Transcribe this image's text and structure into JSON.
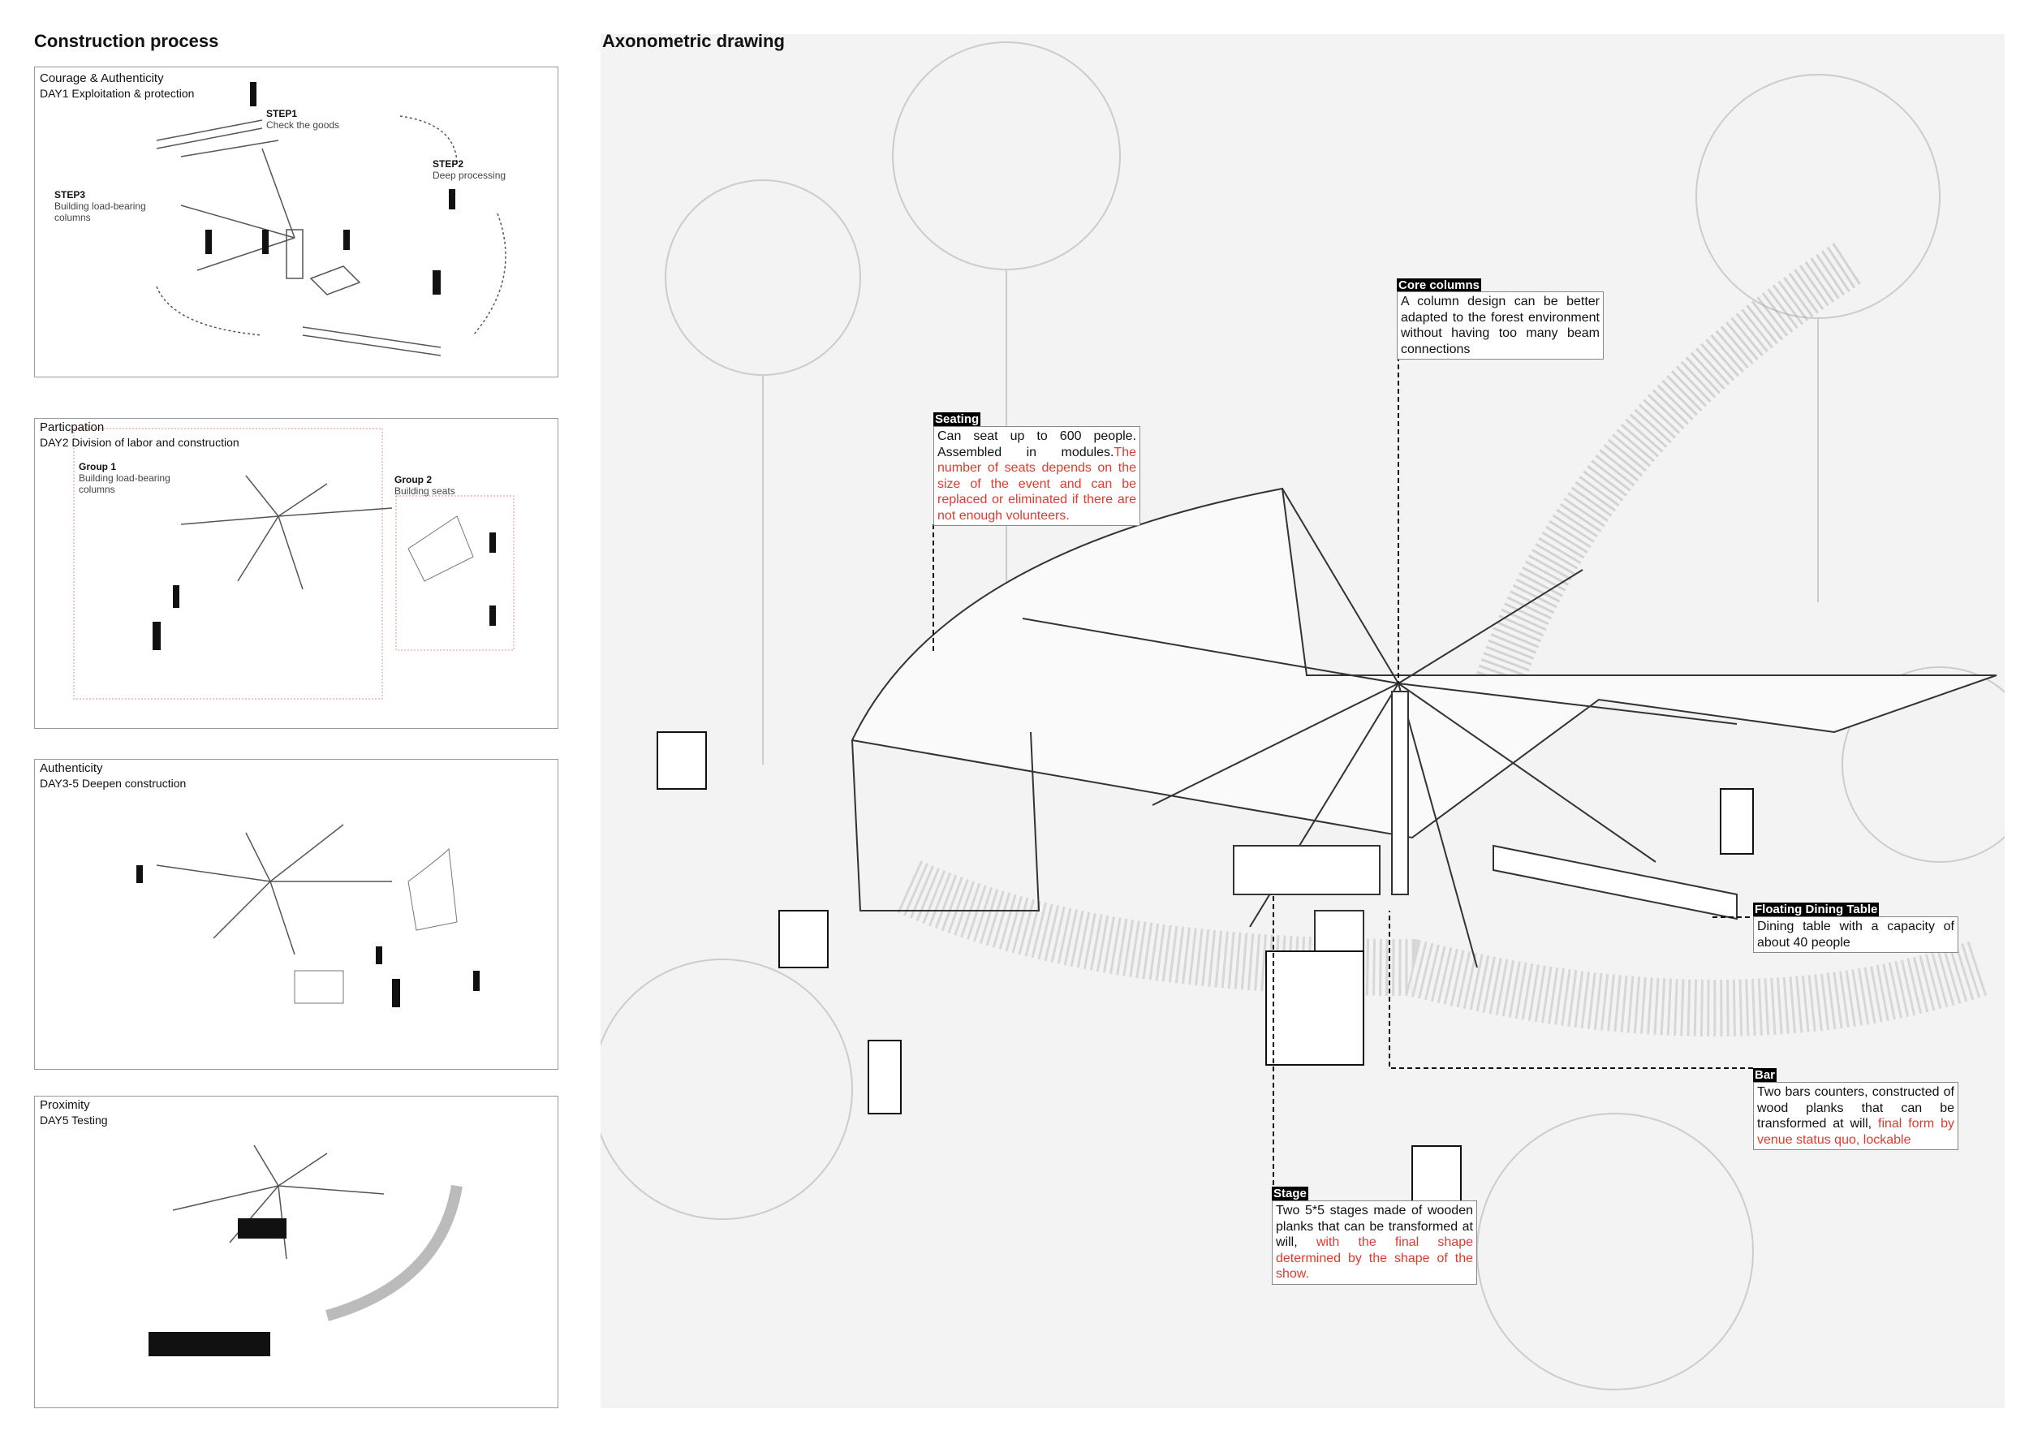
{
  "left": {
    "title": "Construction process",
    "panels": [
      {
        "title": "Courage & Authenticity",
        "subtitle": "DAY1 Exploitation & protection",
        "steps": [
          {
            "label": "STEP1",
            "text": "Check the goods"
          },
          {
            "label": "STEP2",
            "text": "Deep processing"
          },
          {
            "label": "STEP3",
            "text": "Building load-bearing columns"
          }
        ]
      },
      {
        "title": "Particpation",
        "subtitle": "DAY2 Division of labor and construction",
        "groups": [
          {
            "label": "Group 1",
            "text": "Building load-bearing columns"
          },
          {
            "label": "Group 2",
            "text": "Building seats"
          }
        ]
      },
      {
        "title": "Authenticity",
        "subtitle": "DAY3-5 Deepen construction"
      },
      {
        "title": "Proximity",
        "subtitle": "DAY5 Testing"
      }
    ]
  },
  "right": {
    "title": "Axonometric drawing",
    "annotations": {
      "core": {
        "tag": "Core columns",
        "text": "A column design can be better adapted to the forest environment without having too many beam connections"
      },
      "seating": {
        "tag": "Seating",
        "text": "Can seat up to 600 people. Assembled in modules.",
        "red": "The number of seats depends on the size of the event and can be replaced or eliminated if there are not enough volunteers."
      },
      "dining": {
        "tag": "Floating Dining Table",
        "text": "Dining table with a capacity of about 40 people"
      },
      "bar": {
        "tag": "Bar",
        "text": "Two bars counters, constructed of wood planks that can be transformed at will, ",
        "red": "final form by venue status quo, lockable"
      },
      "stage": {
        "tag": "Stage",
        "text": "Two 5*5 stages made of wooden planks that can be transformed at will, ",
        "red": "with the final shape determined by the shape of the show."
      }
    }
  },
  "colors": {
    "accent": "#e03a2f"
  }
}
